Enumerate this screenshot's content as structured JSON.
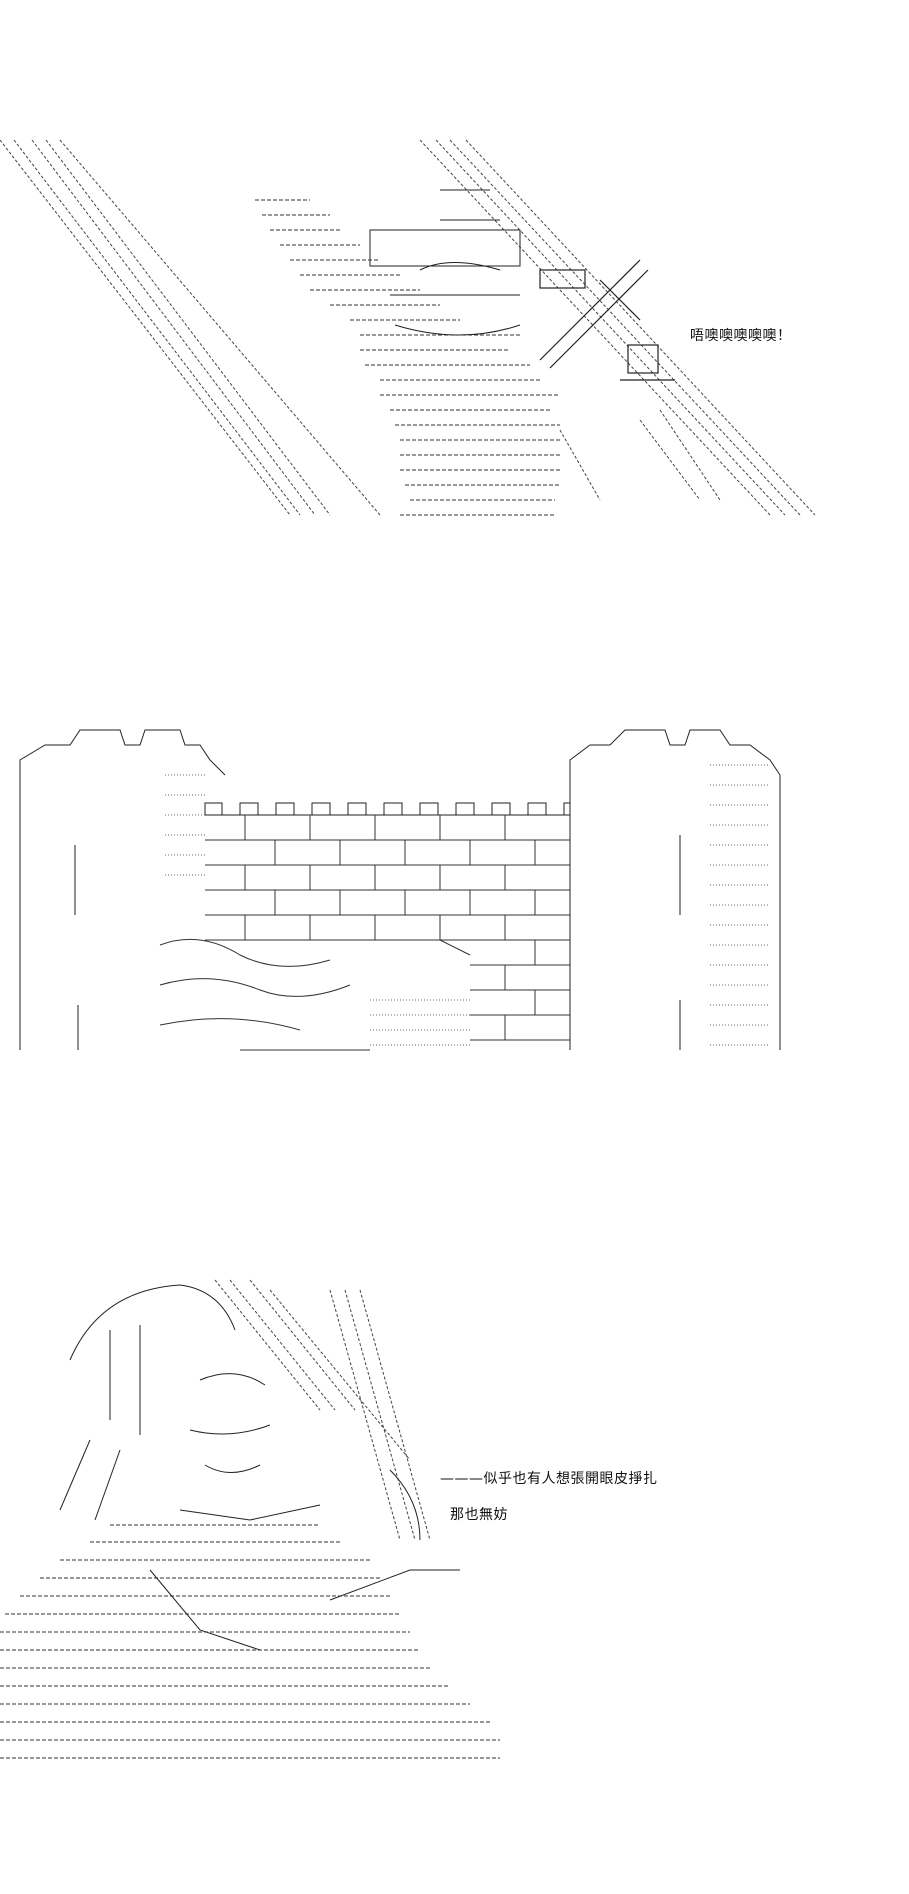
{
  "panels": [
    {
      "caption": "唔噢噢噢噢噢！"
    },
    {
      "caption": ""
    },
    {
      "caption_line1": "———似乎也有人想張開眼皮掙扎",
      "caption_line2": "那也無妨"
    }
  ]
}
